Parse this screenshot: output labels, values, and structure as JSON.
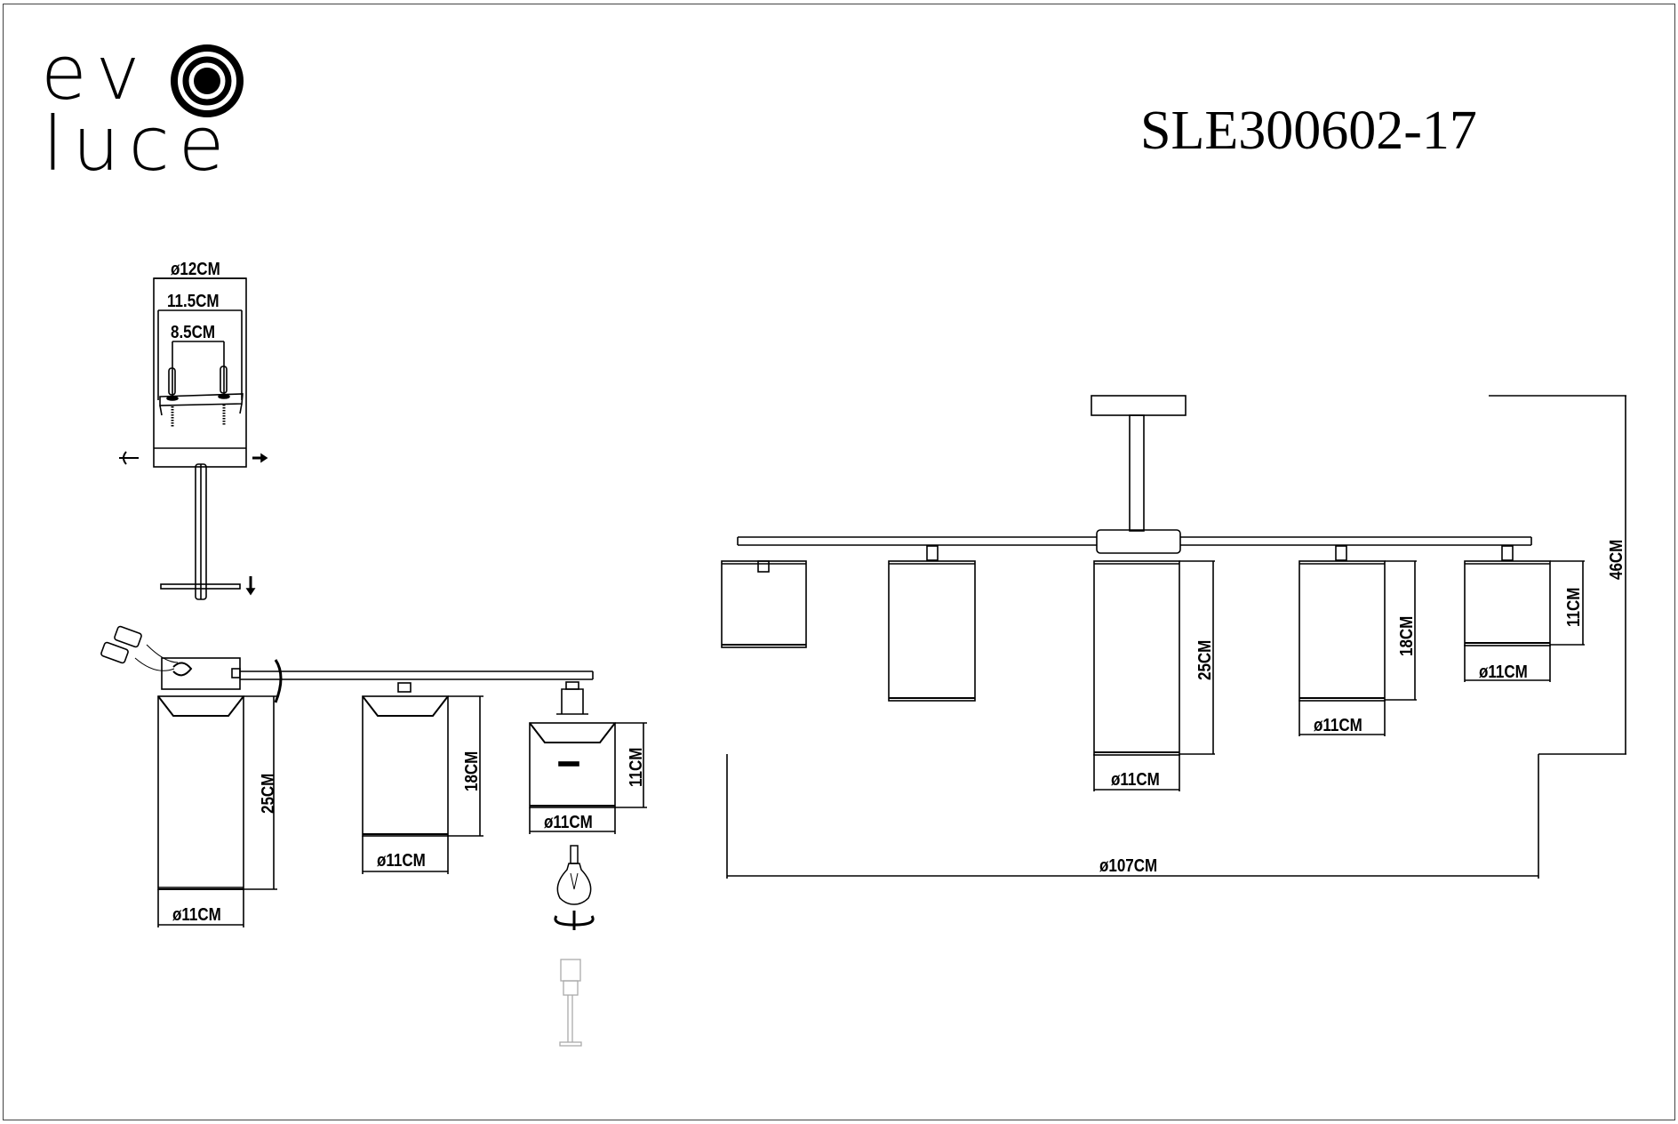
{
  "brand": {
    "line1": "ev",
    "line2": "luce",
    "mark_icon": "concentric-circle-o"
  },
  "model_number": "SLE300602-17",
  "mounting_detail": {
    "dimensions": {
      "canopy_diameter": "ø12CM",
      "plate_width": "11.5CM",
      "hole_spacing": "8.5CM"
    },
    "icons": [
      "screw-rotate-icon",
      "screw-icon",
      "arrow-right-icon",
      "arrow-down-icon"
    ]
  },
  "side_view": {
    "shades": [
      {
        "height": "25CM",
        "diameter": "ø11CM"
      },
      {
        "height": "18CM",
        "diameter": "ø11CM"
      },
      {
        "height": "11CM",
        "diameter": "ø11CM"
      }
    ],
    "icons": [
      "rotate-arm-icon",
      "bulb-icon",
      "rotate-bulb-icon",
      "socket-tool-icon",
      "wire-connectors-icon"
    ]
  },
  "front_view": {
    "shades": [
      {
        "position": "center",
        "height": "25CM",
        "diameter": "ø11CM"
      },
      {
        "position": "right-inner",
        "height": "18CM",
        "diameter": "ø11CM"
      },
      {
        "position": "right-outer",
        "height": "11CM",
        "diameter": "ø11CM"
      }
    ],
    "overall_height": "46CM",
    "overall_width": "ø107CM"
  }
}
